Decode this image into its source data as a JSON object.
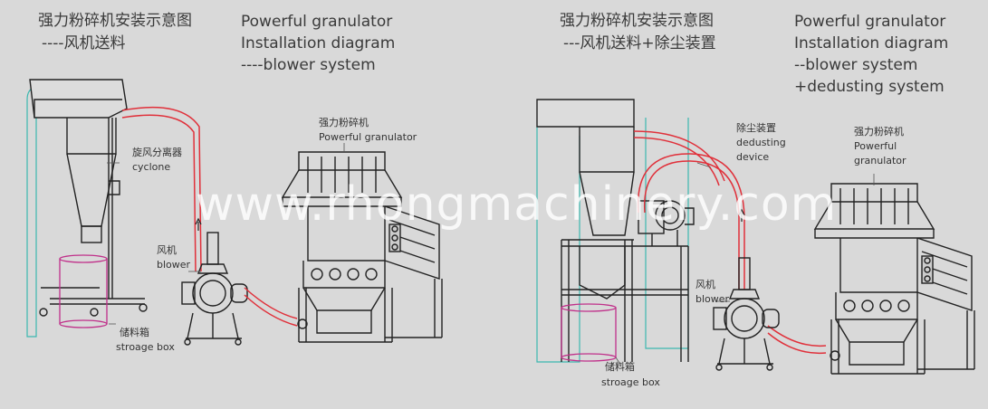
{
  "left": {
    "title_cn": "强力粉碎机安装示意图",
    "title_cn_sub": "----风机送料",
    "title_en_1": "Powerful granulator",
    "title_en_2": "Installation diagram",
    "title_en_3": "----blower system",
    "cyclone_cn": "旋风分离器",
    "cyclone_en": "cyclone",
    "blower_cn": "风机",
    "blower_en": "blower",
    "granulator_cn": "强力粉碎机",
    "granulator_en": "Powerful granulator",
    "box_cn": "储料箱",
    "box_en": "stroage box"
  },
  "right": {
    "title_cn": "强力粉碎机安装示意图",
    "title_cn_sub": "---风机送料+除尘装置",
    "title_en_1": "Powerful granulator",
    "title_en_2": "Installation diagram",
    "title_en_3": "--blower system",
    "title_en_4": "+dedusting system",
    "dedust_cn": "除尘装置",
    "dedust_en_1": "dedusting",
    "dedust_en_2": "device",
    "granulator_cn": "强力粉碎机",
    "granulator_en_1": "Powerful",
    "granulator_en_2": "granulator",
    "blower_cn": "风机",
    "blower_en": "blower",
    "box_cn": "储料箱",
    "box_en": "stroage box"
  },
  "watermark": "www.rhongmachinery.com",
  "colors": {
    "background": "#d9d9d9",
    "pipe": "#e0303a",
    "storage_box": "#c0308a",
    "cyclone_outline": "#3cb8b0",
    "machine_line": "#222222"
  }
}
